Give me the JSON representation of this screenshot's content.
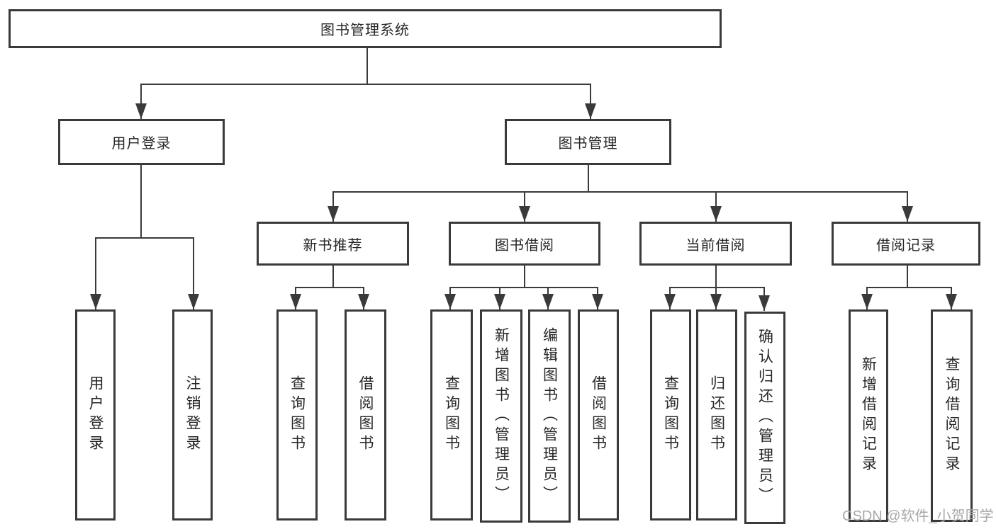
{
  "colors": {
    "line": "#3a3a3a",
    "text": "#262626",
    "watermark": "#a8a8a8",
    "background": "#ffffff"
  },
  "watermark": {
    "text": "CSDN @软件_小贺同学"
  },
  "diagram": {
    "type": "tree",
    "root": {
      "label": "图书管理系统",
      "children": [
        {
          "label": "用户登录",
          "children": [
            {
              "label": "用户登录"
            },
            {
              "label": "注销登录"
            }
          ]
        },
        {
          "label": "图书管理",
          "children": [
            {
              "label": "新书推荐",
              "children": [
                {
                  "label": "查询图书"
                },
                {
                  "label": "借阅图书"
                }
              ]
            },
            {
              "label": "图书借阅",
              "children": [
                {
                  "label": "查询图书"
                },
                {
                  "label": "新增图书（管理员）"
                },
                {
                  "label": "编辑图书（管理员）"
                },
                {
                  "label": "借阅图书"
                }
              ]
            },
            {
              "label": "当前借阅",
              "children": [
                {
                  "label": "查询图书"
                },
                {
                  "label": "归还图书"
                },
                {
                  "label": "确认归还（管理员）"
                }
              ]
            },
            {
              "label": "借阅记录",
              "children": [
                {
                  "label": "新增借阅记录"
                },
                {
                  "label": "查询借阅记录"
                }
              ]
            }
          ]
        }
      ]
    }
  }
}
